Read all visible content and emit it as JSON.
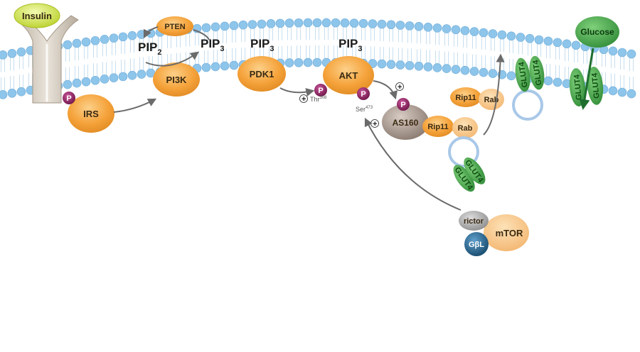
{
  "molecules": {
    "insulin": "Insulin",
    "pten": "PTEN",
    "pi3k": "PI3K",
    "irs": "IRS",
    "pdk1": "PDK1",
    "akt": "AKT",
    "as160": "AS160",
    "rip11": "Rip11",
    "rab": "Rab",
    "glut4": "GLUT4",
    "glucose": "Glucose",
    "rictor": "rictor",
    "mtor": "mTOR",
    "gbl": "GβL"
  },
  "lipids": {
    "pip": "PIP",
    "sub2": "2",
    "sub3": "3"
  },
  "phospho": {
    "p": "P",
    "thr": "Thr",
    "thr_sup": "308",
    "ser": "Ser",
    "ser_sup": "473",
    "plus": "+"
  },
  "colors": {
    "membrane_head": "#8ec5ea",
    "orange": "#f5a23a",
    "phospho": "#8a1f5e",
    "glut4": "#3f9d3f",
    "glucose": "#36a047",
    "insulin": "#d8e84a",
    "vesicle": "#a9c8e8",
    "rictor": "#9a9a9a",
    "mtor": "#f5d3a0",
    "gbl": "#1f5a82",
    "as160": "#9a8a80"
  }
}
